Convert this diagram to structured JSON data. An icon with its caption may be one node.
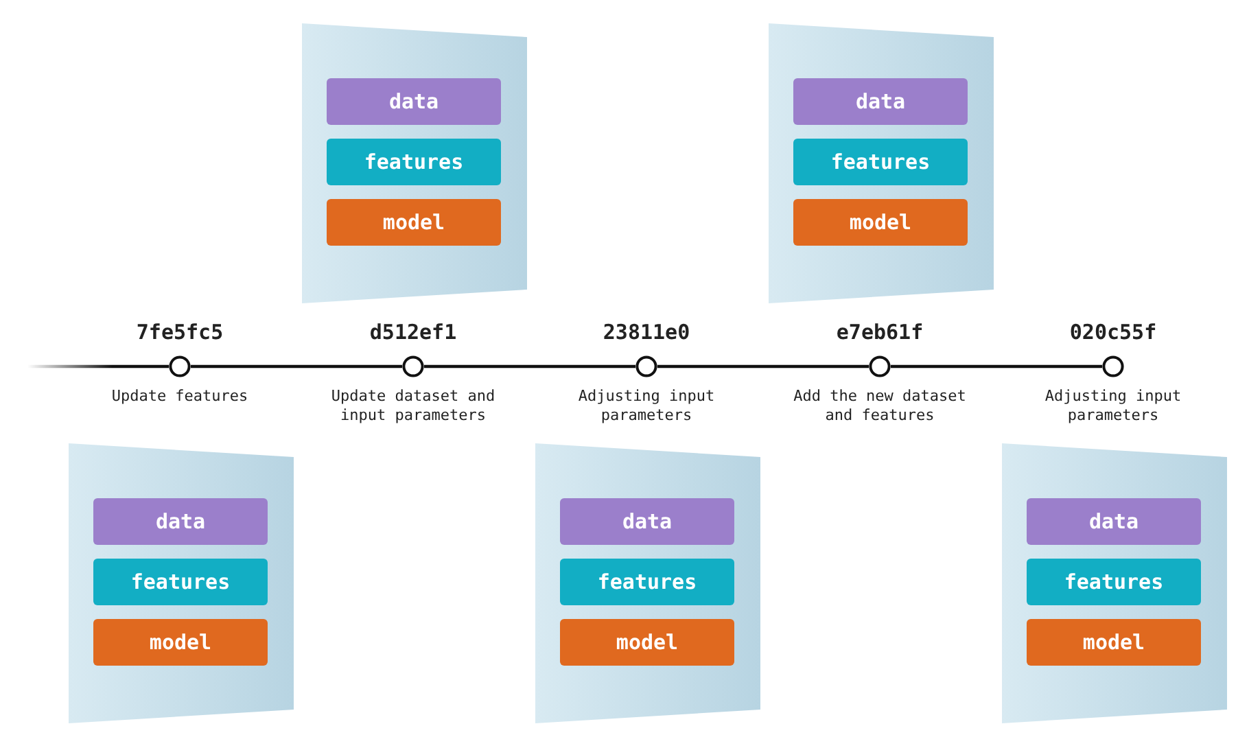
{
  "diagram": {
    "nodes": [
      {
        "text": [],
        "shape": "box"
      },
      {
        "text": [
          "data"
        ],
        "in": 0
      },
      {
        "text": [
          "features"
        ],
        "in": 0
      },
      {
        "text": [
          "model"
        ],
        "in": 0
      },
      {
        "text": [],
        "shape": "box"
      },
      {
        "text": [
          "data"
        ],
        "in": 4
      },
      {
        "text": [
          "features"
        ],
        "in": 4
      },
      {
        "text": [
          "model"
        ],
        "in": 4
      },
      {
        "text": [],
        "shape": "circle",
        "beside": [
          "7fe5fc5",
          "Update features"
        ]
      },
      {
        "text": [],
        "shape": "circle",
        "beside": [
          "d512ef1",
          "Update dataset and input parameters"
        ]
      },
      {
        "text": [],
        "shape": "circle",
        "beside": [
          "23811e0",
          "Adjusting input parameters"
        ]
      },
      {
        "text": [],
        "shape": "circle",
        "beside": [
          "e7eb61f",
          "Add the new dataset and features"
        ]
      },
      {
        "text": [],
        "shape": "circle",
        "beside": [
          "020c55f",
          "Adjusting input parameters"
        ]
      },
      {
        "text": [],
        "shape": "box"
      },
      {
        "text": [
          "data"
        ],
        "in": 13
      },
      {
        "text": [
          "features"
        ],
        "in": 13
      },
      {
        "text": [
          "model"
        ],
        "in": 13
      },
      {
        "text": [],
        "shape": "box"
      },
      {
        "text": [
          "data"
        ],
        "in": 17
      },
      {
        "text": [
          "features"
        ],
        "in": 17
      },
      {
        "text": [
          "model"
        ],
        "in": 17
      },
      {
        "text": [],
        "shape": "box"
      },
      {
        "text": [
          "data"
        ],
        "in": 21
      },
      {
        "text": [
          "features"
        ],
        "in": 21
      },
      {
        "text": [
          "model"
        ],
        "in": 21
      }
    ],
    "edges": [
      {
        "from": null,
        "to": 8,
        "arrow": "none"
      },
      {
        "from": 8,
        "to": 9,
        "arrow": "none"
      },
      {
        "from": 9,
        "to": 10,
        "arrow": "none"
      },
      {
        "from": 10,
        "to": 11,
        "arrow": "none"
      },
      {
        "from": 11,
        "to": 12,
        "arrow": "none"
      }
    ]
  }
}
